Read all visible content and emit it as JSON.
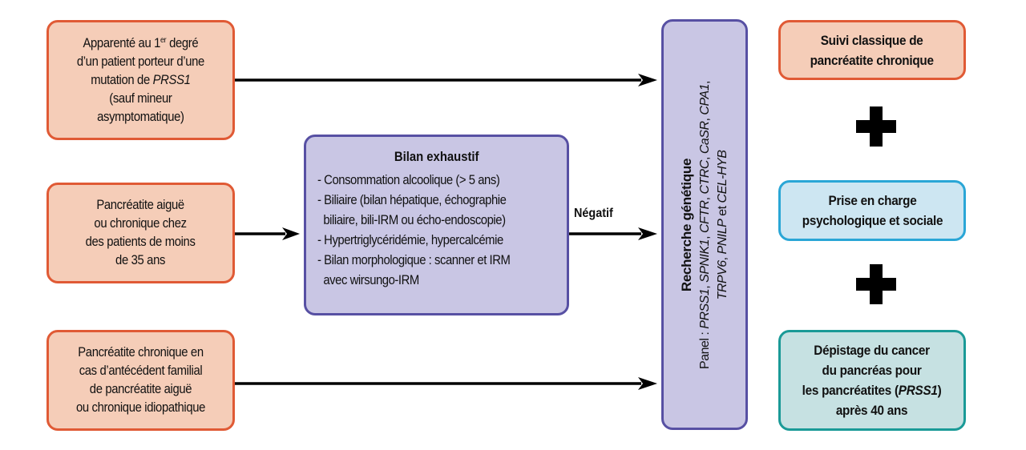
{
  "left_boxes": [
    {
      "lines": [
        "Apparenté au 1",
        "er",
        " degré",
        "d’un patient porteur d’une",
        "mutation de ",
        "PRSS1",
        "(sauf mineur",
        "asymptomatique)"
      ]
    },
    {
      "lines": [
        "Pancréatite aiguë",
        "ou chronique chez",
        "des patients de moins",
        "de 35 ans"
      ]
    },
    {
      "lines": [
        "Pancréatite chronique en",
        "cas d’antécédent familial",
        "de pancréatite aiguë",
        "ou chronique idiopathique"
      ]
    }
  ],
  "bilan": {
    "title": "Bilan exhaustif",
    "items": [
      "- Consommation alcoolique (> 5 ans)",
      "- Biliaire (bilan hépatique, échographie",
      "  biliaire, bili-IRM ou écho-endoscopie)",
      "- Hypertriglycéridémie, hypercalcémie",
      "- Bilan morphologique : scanner et IRM",
      "  avec wirsungo-IRM"
    ]
  },
  "arrow_label": "Négatif",
  "genetic": {
    "title": "Recherche génétique",
    "panel_prefix": "Panel : ",
    "genes_line1": [
      "PRSS1",
      "SPNIK1",
      "CFTR",
      "CTRC",
      "CaSR",
      "CPA1"
    ],
    "genes_line2": [
      "TRPV6",
      "PNILP",
      "CEL-HYB"
    ],
    "and_word": "et"
  },
  "right_boxes": {
    "suivi": [
      "Suivi classique de",
      "pancréatite chronique"
    ],
    "prise": [
      "Prise en charge",
      "psychologique et sociale"
    ],
    "depistage": [
      "Dépistage du cancer",
      "du pancréas pour",
      "les pancréatites (",
      "PRSS1",
      ")",
      "après 40 ans"
    ]
  },
  "colors": {
    "orange_fill": "#f5cdb8",
    "orange_border": "#e05a35",
    "purple_fill": "#c9c6e4",
    "purple_border": "#5750a3",
    "blue_fill": "#cde6f2",
    "blue_border": "#2aa6d6",
    "teal_fill": "#c6e1e2",
    "teal_border": "#1a9a97"
  }
}
